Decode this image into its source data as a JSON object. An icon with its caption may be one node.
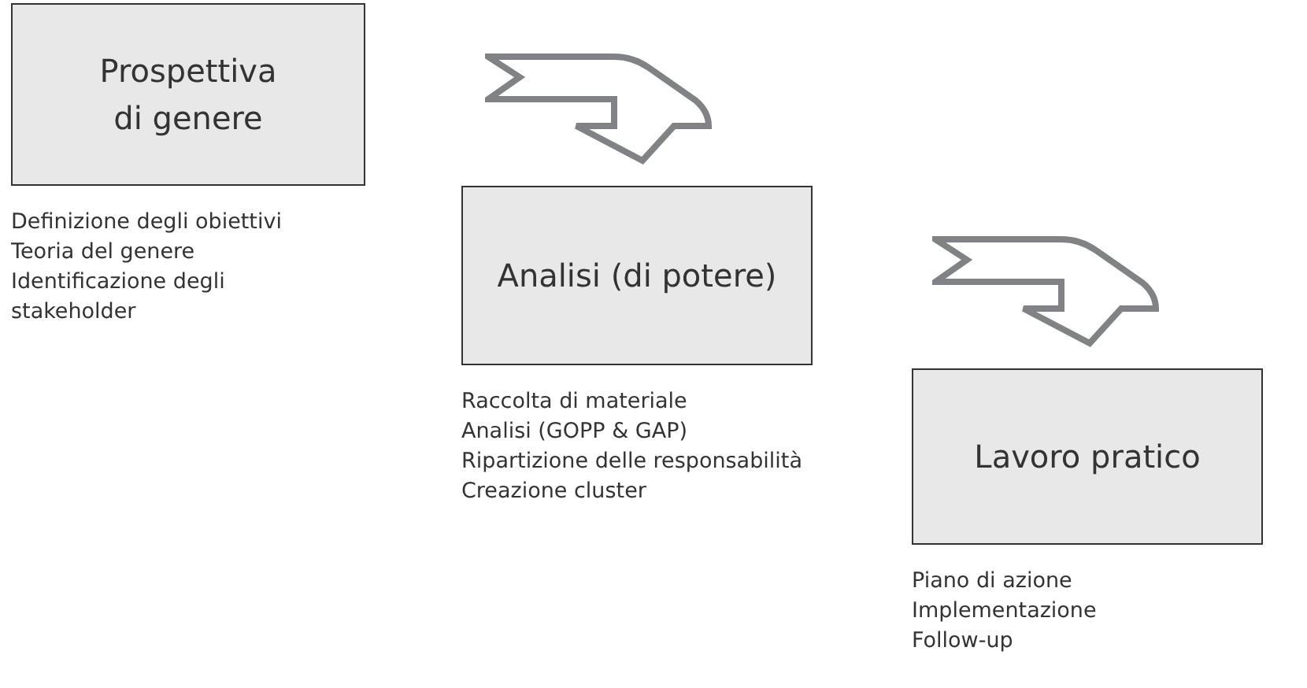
{
  "diagram": {
    "nodes": [
      {
        "text": [
          "Prospettiva di genere"
        ],
        "beside": [
          "Definizione degli obiettivi",
          "Teoria del genere",
          "Identificazione degli stakeholder"
        ]
      },
      {
        "text": [
          "Analisi (di potere)"
        ],
        "beside": [
          "Raccolta di materiale",
          "Analisi (GOPP & GAP)",
          "Ripartizione delle responsabilità",
          "Creazione cluster"
        ]
      },
      {
        "text": [
          "Lavoro pratico"
        ],
        "beside": [
          "Piano di azione",
          "Implementazione",
          "Follow-up"
        ]
      }
    ],
    "edges": [
      {
        "from": 0,
        "to": 1,
        "arrow": "to"
      },
      {
        "from": 1,
        "to": 2,
        "arrow": "to"
      }
    ]
  }
}
